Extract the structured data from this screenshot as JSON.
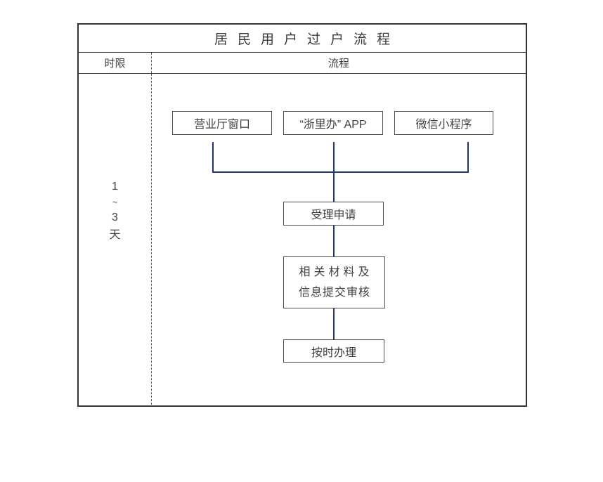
{
  "title": "居民用户过户流程",
  "columns": {
    "time_limit": "时限",
    "process": "流程"
  },
  "time_limit": {
    "parts": [
      "1",
      "~",
      "3",
      "天"
    ]
  },
  "flow": {
    "channels": [
      {
        "label": "营业厅窗口"
      },
      {
        "label": "“浙里办” APP"
      },
      {
        "label": "微信小程序"
      }
    ],
    "steps": [
      {
        "label": "受理申请"
      },
      {
        "line1": "相关材料及",
        "line2": "信息提交审核"
      },
      {
        "label": "按时办理"
      }
    ]
  },
  "colors": {
    "connector": "#1f3864",
    "border-dark": "#333333",
    "border-box": "#4d4d4d"
  }
}
